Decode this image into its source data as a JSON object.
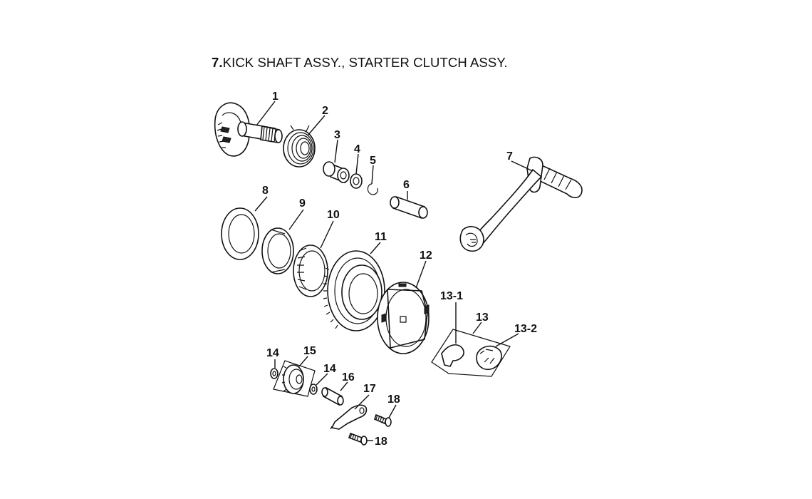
{
  "title": {
    "number": "7.",
    "text": "KICK SHAFT ASSY., STARTER CLUTCH ASSY."
  },
  "callouts": [
    {
      "id": "c1",
      "label": "1"
    },
    {
      "id": "c2",
      "label": "2"
    },
    {
      "id": "c3",
      "label": "3"
    },
    {
      "id": "c4",
      "label": "4"
    },
    {
      "id": "c5",
      "label": "5"
    },
    {
      "id": "c6",
      "label": "6"
    },
    {
      "id": "c7",
      "label": "7"
    },
    {
      "id": "c8",
      "label": "8"
    },
    {
      "id": "c9",
      "label": "9"
    },
    {
      "id": "c10",
      "label": "10"
    },
    {
      "id": "c11",
      "label": "11"
    },
    {
      "id": "c12",
      "label": "12"
    },
    {
      "id": "c13_1",
      "label": "13-1"
    },
    {
      "id": "c13",
      "label": "13"
    },
    {
      "id": "c13_2",
      "label": "13-2"
    },
    {
      "id": "c14a",
      "label": "14"
    },
    {
      "id": "c15",
      "label": "15"
    },
    {
      "id": "c14b",
      "label": "14"
    },
    {
      "id": "c16",
      "label": "16"
    },
    {
      "id": "c17",
      "label": "17"
    },
    {
      "id": "c18a",
      "label": "18"
    },
    {
      "id": "c18b",
      "label": "18"
    }
  ]
}
